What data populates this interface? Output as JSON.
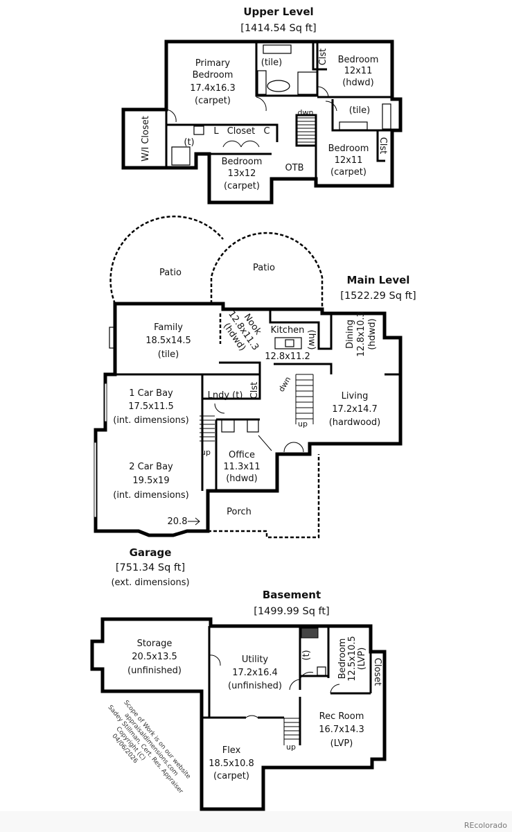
{
  "upper": {
    "title": "Upper Level",
    "area": "[1414.54 Sq ft]",
    "primary_bedroom": {
      "name1": "Primary",
      "name2": "Bedroom",
      "dims": "17.4x16.3",
      "floor": "(carpet)"
    },
    "bath_tile_1": "(tile)",
    "clst_1": "Clst",
    "bedroom_ne": {
      "name": "Bedroom",
      "dims": "12x11",
      "floor": "(hdwd)"
    },
    "bath_tile_2": "(tile)",
    "dwn": "dwn",
    "wi_closet": "W/I Closet",
    "toilet": "(t)",
    "l": "L",
    "closet": "Closet",
    "c": "C",
    "bedroom_s": {
      "name": "Bedroom",
      "dims": "13x12",
      "floor": "(carpet)"
    },
    "otb": "OTB",
    "bedroom_se": {
      "name": "Bedroom",
      "dims": "12x11",
      "floor": "(carpet)"
    },
    "clst_2": "Clst"
  },
  "main": {
    "title": "Main Level",
    "area": "[1522.29 Sq ft]",
    "patio_1": "Patio",
    "patio_2": "Patio",
    "family": {
      "name": "Family",
      "dims": "18.5x14.5",
      "floor": "(tile)"
    },
    "nook": {
      "name": "Nook",
      "dims": "12.8x11.3",
      "floor": "(hdwd)"
    },
    "kitchen": {
      "name": "Kitchen",
      "dims": "12.8x11.2",
      "floor": "(hw)"
    },
    "dining": {
      "name": "Dining",
      "dims": "12.8x10.3",
      "floor": "(hdwd)"
    },
    "lndy": "Lndy (t)",
    "clst": "Clst",
    "dwn": "dwn",
    "living": {
      "name": "Living",
      "dims": "17.2x14.7",
      "floor": "(hardwood)"
    },
    "up_1": "up",
    "up_2": "up",
    "office": {
      "name": "Office",
      "dims": "11.3x11",
      "floor": "(hdwd)"
    },
    "porch": "Porch"
  },
  "garage": {
    "title": "Garage",
    "area": "[751.34 Sq ft]",
    "note": "(ext. dimensions)",
    "bay1": {
      "name": "1 Car Bay",
      "dims": "17.5x11.5",
      "note": "(int. dimensions)"
    },
    "bay2": {
      "name": "2 Car Bay",
      "dims": "19.5x19",
      "note": "(int. dimensions)"
    },
    "width": "20.8"
  },
  "basement": {
    "title": "Basement",
    "area": "[1499.99 Sq ft]",
    "storage": {
      "name": "Storage",
      "dims": "20.5x13.5",
      "floor": "(unfinished)"
    },
    "utility": {
      "name": "Utility",
      "dims": "17.2x16.4",
      "floor": "(unfinished)"
    },
    "toilet": "(t)",
    "bedroom": {
      "name": "Bedroom",
      "dims": "12.5x10.5",
      "floor": "(LVP)"
    },
    "closet": "Closet",
    "rec_room": {
      "name": "Rec Room",
      "dims": "16.7x14.3",
      "floor": "(LVP)"
    },
    "up": "up",
    "flex": {
      "name": "Flex",
      "dims": "18.5x10.8",
      "floor": "(carpet)"
    }
  },
  "watermark": {
    "line1": "Scope of Work is on our website",
    "line2": "appraisaldimensions.com",
    "line3": "Sadey Stillman, Cert. Res. Appraiser",
    "line4": "Copyright (C)",
    "line5": "04/06/2026"
  },
  "brand": "REcolorado"
}
